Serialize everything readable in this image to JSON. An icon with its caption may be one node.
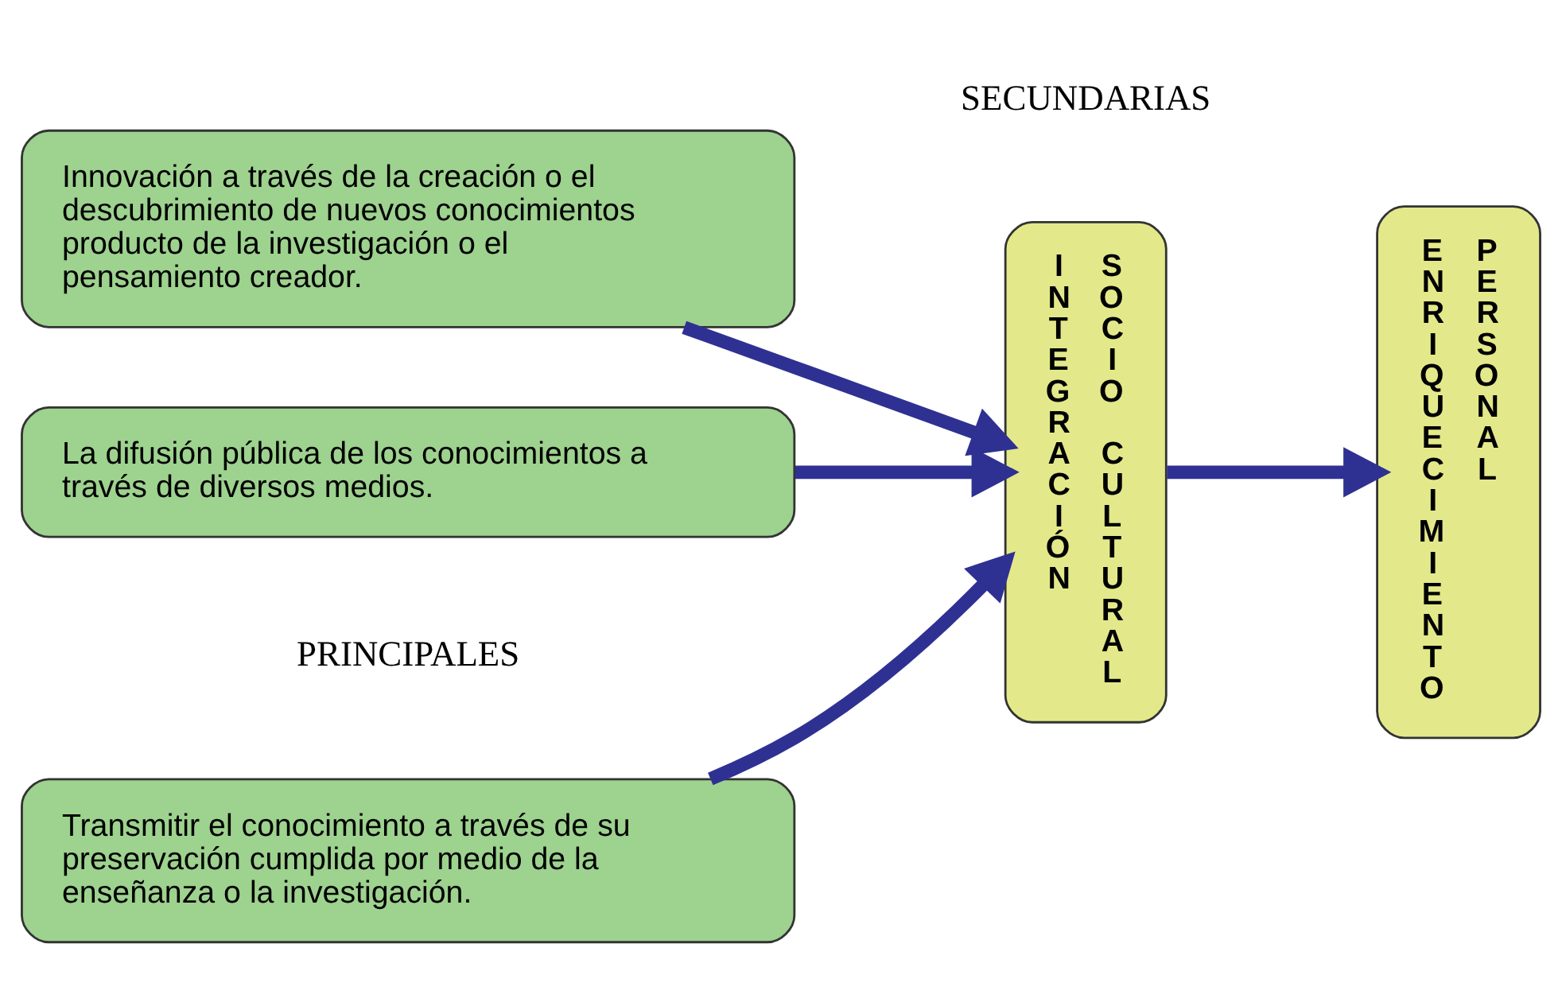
{
  "diagram": {
    "nodes": [
      {
        "text": [
          "Transmitir el conocimiento a través de su preservación cumplida por medio de la enseñanza o la investigación."
        ]
      },
      {
        "text": [
          "Innovación a través de la creación o el descubrimiento de nuevos conocimientos producto de la investigación o el pensamiento creador."
        ]
      },
      {
        "text": [
          "La difusión pública de los conocimientos a través de diversos medios."
        ]
      },
      {
        "text": [
          "INTEGRACIÓN",
          "SOCIO CULTURAL"
        ]
      },
      {
        "text": [
          "ENRIQUECIMIENTO",
          "PERSONAL"
        ]
      }
    ],
    "edges": [
      {
        "from": 0,
        "to": 3,
        "arrow": "to"
      },
      {
        "from": 1,
        "to": 3,
        "arrow": "to"
      },
      {
        "from": 2,
        "to": 3,
        "arrow": "to"
      },
      {
        "from": 3,
        "to": 4,
        "arrow": "to"
      }
    ],
    "labels": [
      "PRINCIPALES",
      "SECUNDARIAS"
    ]
  }
}
